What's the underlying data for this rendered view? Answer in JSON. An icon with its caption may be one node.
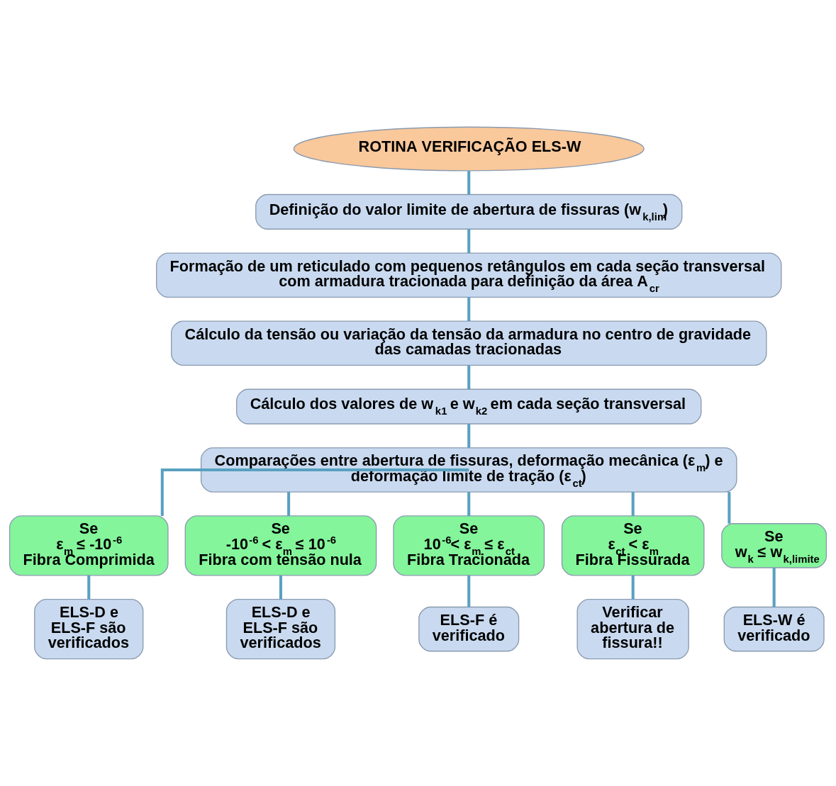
{
  "diagram": {
    "nodes": [
      {
        "text": [
          "ROTINA VERIFICAÇÃO ELS-W"
        ]
      },
      {
        "text": [
          "Definição do valor limite de abertura de fissuras (w$_{k,lim}$)"
        ]
      },
      {
        "text": [
          "Formação de um reticulado com pequenos retângulos em cada seção transversal com armadura tracionada para definição da área A$_{cr}$"
        ]
      },
      {
        "text": [
          "Cálculo da tensão ou variação da tensão da armadura no centro de gravidade das camadas tracionadas"
        ]
      },
      {
        "text": [
          "Cálculo dos valores de w$_{k1}$ e w$_{k2}$ em cada seção transversal"
        ]
      },
      {
        "text": [
          "Comparações entre abertura de fissuras, deformação mecânica (ε$_{m}$) e deformação limite de tração (ε$_{ct}$)"
        ]
      },
      {
        "text": [
          "Se",
          "ε$_{m}$ ≤ -10$^{-6}$",
          "Fibra Comprimida"
        ]
      },
      {
        "text": [
          "Se",
          "-10$^{-6}$ < ε$_{m}$ ≤ 10$^{-6}$",
          "Fibra com tensão nula"
        ]
      },
      {
        "text": [
          "Se",
          "10$^{-6}$< ε$_{m}$ ≤ ε$_{ct}$",
          "Fibra Tracionada"
        ]
      },
      {
        "text": [
          "Se",
          "ε$_{ct}$ < ε$_{m}$",
          "Fibra Fissurada"
        ]
      },
      {
        "text": [
          "Se",
          "w$_{k}$ ≤ w$_{k,limite}$"
        ]
      },
      {
        "text": [
          "ELS-D e ELS-F são verificados"
        ]
      },
      {
        "text": [
          "ELS-D e ELS-F são verificados"
        ]
      },
      {
        "text": [
          "ELS-F é verificado"
        ]
      },
      {
        "text": [
          "Verificar abertura de fissura!!"
        ]
      },
      {
        "text": [
          "ELS-W é verificado"
        ]
      }
    ],
    "edges": [
      {
        "from": 0,
        "to": 1,
        "arrow": "none"
      },
      {
        "from": 1,
        "to": 2,
        "arrow": "none"
      },
      {
        "from": 2,
        "to": 3,
        "arrow": "none"
      },
      {
        "from": 3,
        "to": 4,
        "arrow": "none"
      },
      {
        "from": 4,
        "to": 5,
        "arrow": "none"
      },
      {
        "from": 5,
        "to": 6,
        "arrow": "none"
      },
      {
        "from": 5,
        "to": 7,
        "arrow": "none"
      },
      {
        "from": 5,
        "to": 8,
        "arrow": "none"
      },
      {
        "from": 5,
        "to": 9,
        "arrow": "none"
      },
      {
        "from": 5,
        "to": 10,
        "arrow": "none"
      },
      {
        "from": 6,
        "to": 11,
        "arrow": "none"
      },
      {
        "from": 7,
        "to": 12,
        "arrow": "none"
      },
      {
        "from": 8,
        "to": 13,
        "arrow": "none"
      },
      {
        "from": 9,
        "to": 14,
        "arrow": "none"
      },
      {
        "from": 10,
        "to": 15,
        "arrow": "none"
      }
    ]
  }
}
